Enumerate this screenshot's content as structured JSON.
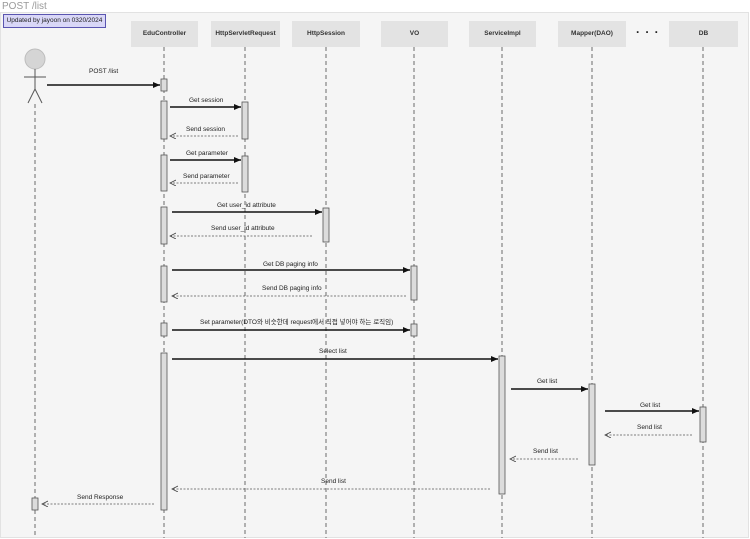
{
  "title": "POST /list",
  "note": "Updated by jayoon on 0320/2024",
  "ellipsis": "· · ·",
  "participants": [
    {
      "id": "actor",
      "label": ""
    },
    {
      "id": "edu",
      "label": "EduController"
    },
    {
      "id": "req",
      "label": "HttpServletRequest"
    },
    {
      "id": "ses",
      "label": "HttpSession"
    },
    {
      "id": "vo",
      "label": "VO"
    },
    {
      "id": "svc",
      "label": "ServiceImpl"
    },
    {
      "id": "map",
      "label": "Mapper(DAO)"
    },
    {
      "id": "db",
      "label": "DB"
    }
  ],
  "messages": [
    {
      "from": "actor",
      "to": "edu",
      "label": "POST /list",
      "style": "solid"
    },
    {
      "from": "edu",
      "to": "req",
      "label": "Get session",
      "style": "solid"
    },
    {
      "from": "req",
      "to": "edu",
      "label": "Send session",
      "style": "dashed"
    },
    {
      "from": "edu",
      "to": "req",
      "label": "Get parameter",
      "style": "solid"
    },
    {
      "from": "req",
      "to": "edu",
      "label": "Send parameter",
      "style": "dashed"
    },
    {
      "from": "edu",
      "to": "ses",
      "label": "Get user_id attribute",
      "style": "solid"
    },
    {
      "from": "ses",
      "to": "edu",
      "label": "Send user_id attribute",
      "style": "dashed"
    },
    {
      "from": "edu",
      "to": "vo",
      "label": "Get DB paging info",
      "style": "solid"
    },
    {
      "from": "vo",
      "to": "edu",
      "label": "Send DB paging info",
      "style": "dashed"
    },
    {
      "from": "edu",
      "to": "vo",
      "label": "Set parameter(DTO와 비슷한데 request에서 직접 넣어야 하는 로직임)",
      "style": "solid"
    },
    {
      "from": "edu",
      "to": "svc",
      "label": "Select list",
      "style": "solid"
    },
    {
      "from": "svc",
      "to": "map",
      "label": "Get list",
      "style": "solid"
    },
    {
      "from": "map",
      "to": "db",
      "label": "Get list",
      "style": "solid"
    },
    {
      "from": "db",
      "to": "map",
      "label": "Send list",
      "style": "dashed"
    },
    {
      "from": "map",
      "to": "svc",
      "label": "Send list",
      "style": "dashed"
    },
    {
      "from": "svc",
      "to": "edu",
      "label": "Send list",
      "style": "dashed"
    },
    {
      "from": "edu",
      "to": "actor",
      "label": "Send Response",
      "style": "dashed"
    }
  ]
}
